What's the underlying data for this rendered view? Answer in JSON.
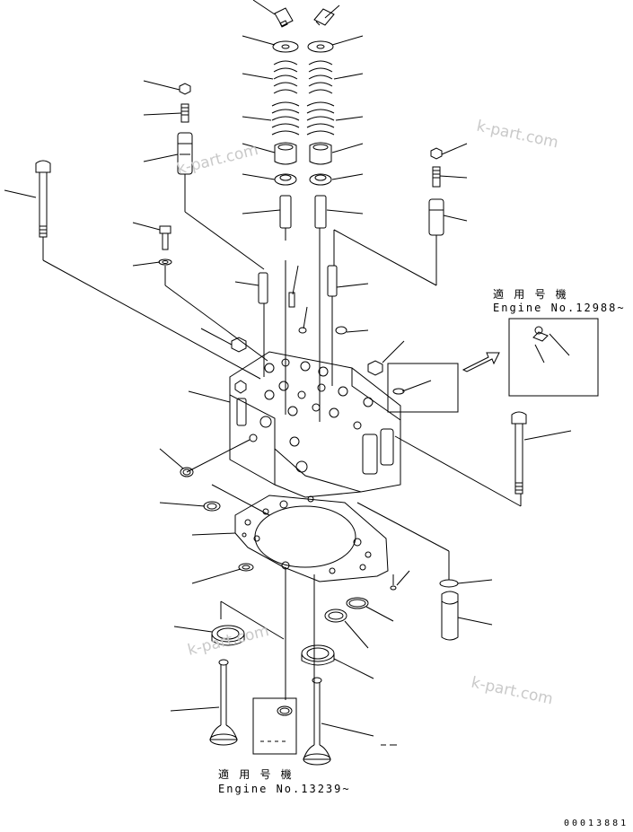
{
  "notes": {
    "top_right": {
      "line1": "適 用 号 機",
      "line2": "Engine No.12988~"
    },
    "bottom": {
      "line1": "適 用 号 機",
      "line2": "Engine No.13239~"
    }
  },
  "watermarks": [
    "k-part.com",
    "k-part.com",
    "k-part.com",
    "k-part.com"
  ],
  "drawing_number": "00013881",
  "colors": {
    "line": "#000000",
    "watermark": "#c9c9c9",
    "background": "#ffffff"
  }
}
